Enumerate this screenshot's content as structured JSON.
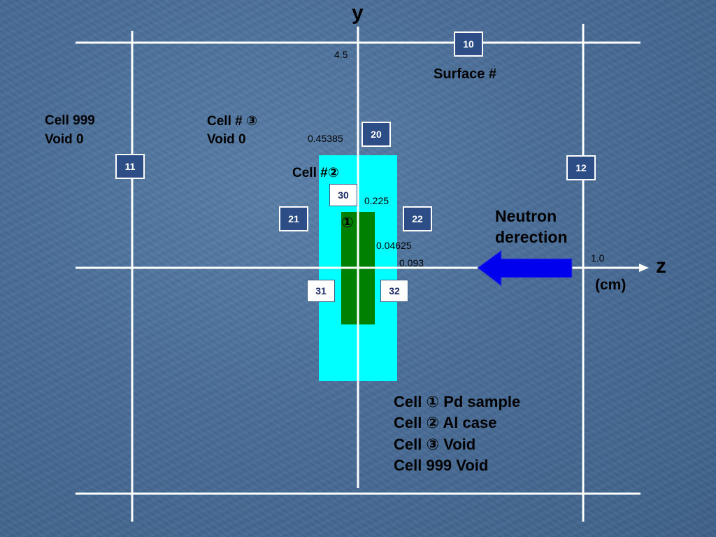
{
  "axes": {
    "y_label": "y",
    "z_label": "z",
    "unit_label": "(cm)"
  },
  "dimensions": {
    "y_top": "4.5",
    "y_case": "0.45385",
    "z_case": "0.225",
    "y_sample": "0.04625",
    "z_sample": "0.093",
    "z_edge": "1.0"
  },
  "surfaces": {
    "s10": "10",
    "s11": "11",
    "s12": "12",
    "s20": "20",
    "s21": "21",
    "s22": "22",
    "s30": "30",
    "s31": "31",
    "s32": "32",
    "surface_label": "Surface #"
  },
  "cells": {
    "cell999_line1": "Cell  999",
    "cell999_line2": "Void 0",
    "cell3_line1": "Cell # ③",
    "cell3_line2": "Void 0",
    "cell2_label": "Cell #②",
    "cell1_marker": "①"
  },
  "neutron": {
    "line1": "Neutron",
    "line2": "derection"
  },
  "legend": [
    "Cell ①   Pd   sample",
    "Cell ②  Al  case",
    "Cell ③   Void",
    "Cell 999   Void"
  ],
  "colors": {
    "case": "#00ffff",
    "sample": "#008000",
    "arrow": "#0000ee",
    "box": "#2d4d86"
  }
}
